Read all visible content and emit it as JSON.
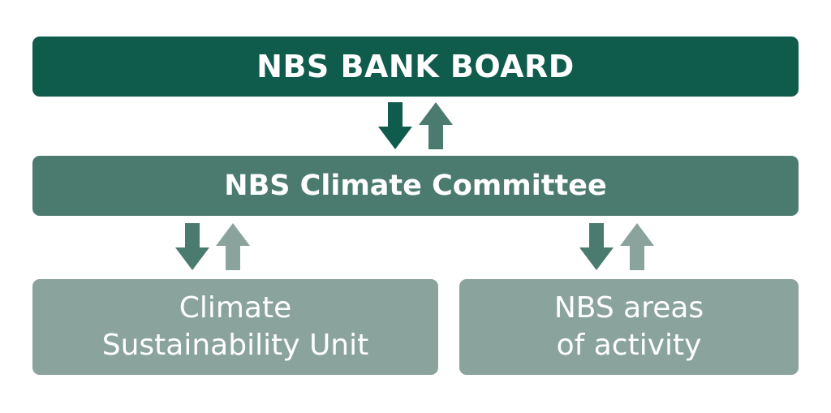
{
  "board": {
    "label": "NBS BANK BOARD",
    "color": "#0f5b4c"
  },
  "committee": {
    "label": "NBS Climate Committee",
    "color": "#4b7a6f"
  },
  "units": [
    {
      "line1": "Climate",
      "line2": "Sustainability Unit"
    },
    {
      "line1": "NBS areas",
      "line2": "of activity"
    }
  ],
  "colors": {
    "down_arrow": "#3f6e62",
    "up_arrow": "#5a8479",
    "down_arrow_lower": "#4b7a6f",
    "up_arrow_lower": "#8aa39d",
    "unit_box": "#8aa39d"
  },
  "icons": [
    "arrow-down-icon",
    "arrow-up-icon"
  ]
}
